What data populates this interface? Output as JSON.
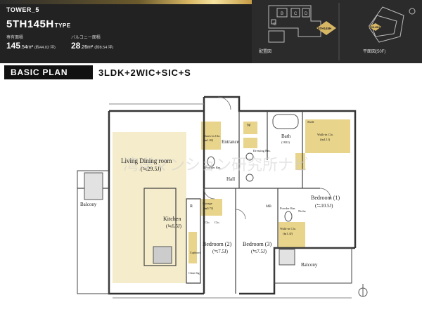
{
  "header": {
    "tower": "TOWER_5",
    "type_code": "5TH145H",
    "type_suffix": "TYPE",
    "floor_area": {
      "label": "専有面積",
      "value": "145",
      "decimal": ".54m²",
      "tsubo": "(約44.02 坪)"
    },
    "balcony_area": {
      "label": "バルコニー面積",
      "value": "28",
      "decimal": ".26m²",
      "tsubo": "(約8.54 坪)"
    }
  },
  "maps": {
    "site_caption": "配置図",
    "floor_caption": "平面図(50F)",
    "site_marker": "5TH145H",
    "floor_marker": "5TH145H",
    "site_blocks": [
      "B",
      "C",
      "D",
      "E"
    ]
  },
  "plan": {
    "heading": "BASIC PLAN",
    "layout": "3LDK+2WIC+SIC+S",
    "watermark": "湾岸マンション研究所ナビ",
    "rooms": {
      "living": "Living Dining room",
      "living_size": "(≒29.5J)",
      "kitchen": "Kitchen",
      "kitchen_size": "(≒6.5J)",
      "balcony_west": "Balcony",
      "balcony_east": "Balcony",
      "entrance": "Entrance",
      "hall": "Hall",
      "shoes_in_closet": "Shoes-in Clo.",
      "shoes_in_size": "(≒1.0J)",
      "powder_room_1": "Powder Rm.",
      "powder_room_2": "Powder Rm.",
      "dressing_room": "Dressing Rm.",
      "bath": "Bath",
      "bath_size": "(1822)",
      "walk_in_closet_1": "Walk-in Clo.",
      "walk_in_closet_1_size": "(≒4.1J)",
      "walk_in_closet_2": "Walk-in Clo.",
      "walk_in_closet_2_size": "(≒1.4J)",
      "storage": "Storage",
      "storage_size": "(≒0.7J)",
      "bedroom1": "Bedroom (1)",
      "bedroom1_size": "(≒10.5J)",
      "bedroom2": "Bedroom (2)",
      "bedroom2_size": "(≒7.5J)",
      "bedroom3": "Bedroom (3)",
      "bedroom3_size": "(≒7.5J)",
      "niche": "Niche",
      "mb": "MB",
      "closet": "Clo.",
      "shelf": "Shelf",
      "cupboard": "Cupboard",
      "clean_storage": "Clean Stg.",
      "washer": "W",
      "refrigerator": "R"
    }
  },
  "colors": {
    "header_bg": "#222222",
    "accent_gold": "#d8b764",
    "living_fill": "#f5eccb",
    "storage_fill": "#e8d48a"
  }
}
